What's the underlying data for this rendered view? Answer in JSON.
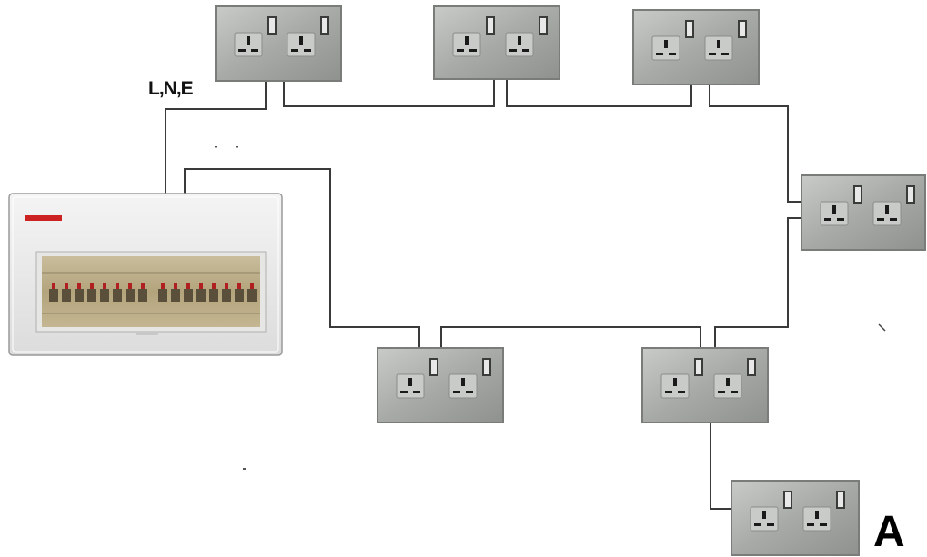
{
  "diagram": {
    "supply_label": "L,N,E",
    "spur_label": "A",
    "components": {
      "consumer_unit": {
        "icon": "consumer-unit-icon",
        "breaker_count": 16
      },
      "socket_outlets": {
        "icon": "double-socket-outlet-icon",
        "count": 7
      }
    },
    "colors": {
      "wire": "#3a3a3a",
      "socket_face": "#a9aca9",
      "consumer_unit_body": "#efefef",
      "breaker_panel": "#b9ab86",
      "brand_mark": "#cc2222"
    }
  }
}
